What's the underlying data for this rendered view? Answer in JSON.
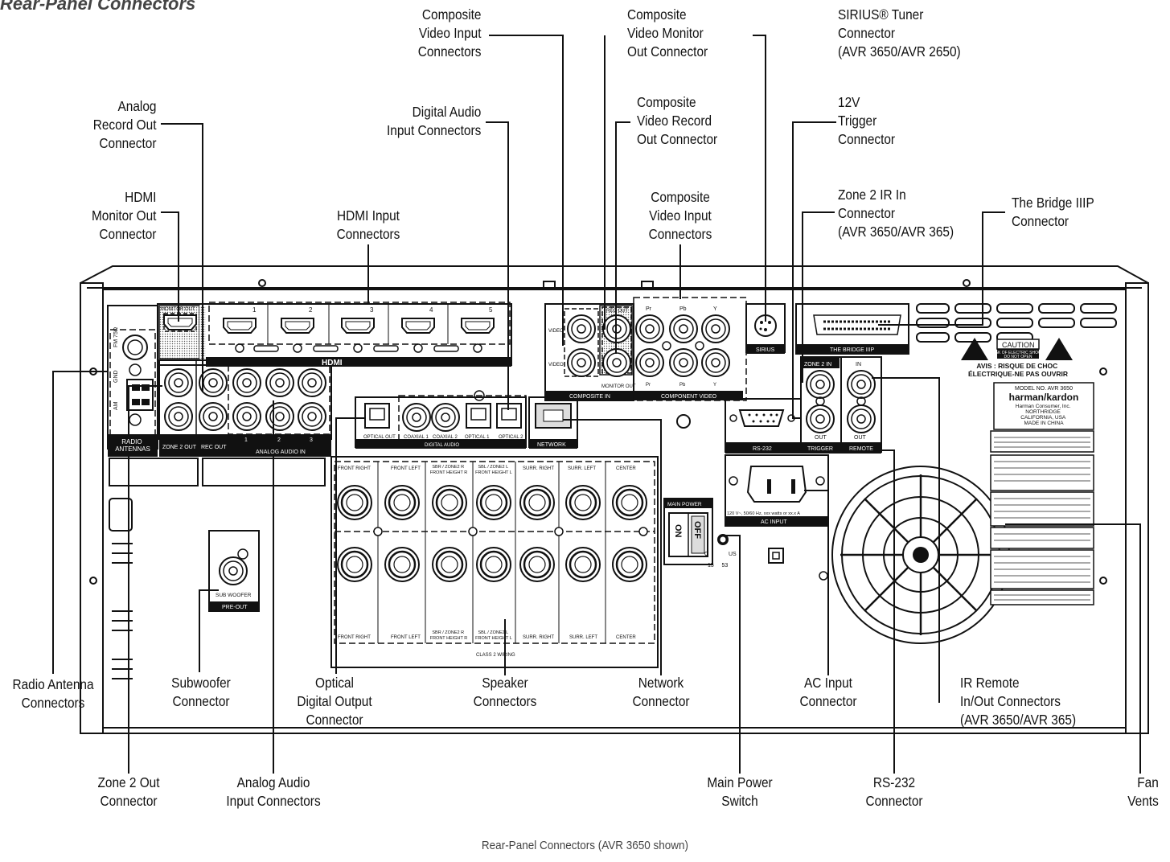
{
  "page_title": "Rear-Panel Connectors",
  "caption": "Rear-Panel Connectors (AVR 3650 shown)",
  "callouts": {
    "composite_in_top": "Composite\nVideo Input\nConnectors",
    "composite_monitor_out": "Composite\nVideo Monitor\nOut Connector",
    "sirius_tuner": "SIRIUS® Tuner\nConnector\n(AVR 3650/AVR 2650)",
    "analog_record_out": "Analog\nRecord Out\nConnector",
    "digital_audio_in": "Digital Audio\nInput Connectors",
    "composite_record_out": "Composite\nVideo Record\nOut Connector",
    "trigger_12v": "12V\nTrigger\nConnector",
    "hdmi_monitor_out": "HDMI\nMonitor Out\nConnector",
    "hdmi_input": "HDMI Input\nConnectors",
    "composite_in_mid": "Composite\nVideo Input\nConnectors",
    "zone2_ir_in": "Zone 2 IR In\nConnector\n(AVR 3650/AVR 365)",
    "bridge_iiip": "The Bridge IIIP\nConnector",
    "radio_antenna": "Radio Antenna\nConnectors",
    "subwoofer": "Subwoofer\nConnector",
    "optical_out": "Optical\nDigital Output\nConnector",
    "speaker": "Speaker\nConnectors",
    "network": "Network\nConnector",
    "ac_input": "AC Input\nConnector",
    "ir_remote": "IR Remote\nIn/Out Connectors\n(AVR 3650/AVR 365)",
    "zone2_out": "Zone 2 Out\nConnector",
    "analog_audio_in": "Analog Audio\nInput Connectors",
    "main_power": "Main Power\nSwitch",
    "rs232": "RS-232\nConnector",
    "fan_vents": "Fan\nVents"
  },
  "panel_labels": {
    "hdmi_ports": [
      "1",
      "2",
      "3",
      "4",
      "5"
    ],
    "hdmi_logo": "HDMI",
    "monitor_out": "MONITOR OUT",
    "radio_antennas": "RADIO\nANTENNAS",
    "fm": "FM 75Ω",
    "am": "AM",
    "gnd": "GND",
    "zone2_out": "ZONE 2 OUT",
    "rec_out": "REC OUT",
    "analog_audio_in": "ANALOG AUDIO IN",
    "analog_nums": [
      "1",
      "2",
      "3"
    ],
    "video": "VIDEO",
    "composite_in": "COMPOSITE IN",
    "monitor_out_small": "MONITOR OUT",
    "rec_out_small": "REC OUT",
    "component_video": "COMPONENT VIDEO",
    "component_ch": [
      "Pr",
      "Pb",
      "Y"
    ],
    "sirius": "SIRIUS",
    "the_bridge": "THE BRIDGE IIIP",
    "zone2_in": "ZONE 2 IN",
    "in": "IN",
    "out": "OUT",
    "trigger": "TRIGGER",
    "remote": "REMOTE",
    "rs232": "RS-232",
    "optical_out": "OPTICAL OUT",
    "digital_inputs": [
      "COAXIAL 1",
      "COAXIAL 2",
      "OPTICAL 1",
      "OPTICAL 2"
    ],
    "digital_audio": "DIGITAL AUDIO",
    "network": "NETWORK",
    "speakers": [
      "FRONT RIGHT",
      "FRONT LEFT",
      "SBR / ZONE2 R\nFRONT HEIGHT R",
      "SBL / ZONE2 L\nFRONT HEIGHT L",
      "SURR. RIGHT",
      "SURR. LEFT",
      "CENTER"
    ],
    "class2": "CLASS 2 WIRING",
    "main_power": "MAIN POWER",
    "on": "ON",
    "off": "OFF",
    "ac_rating": "120 V~, 50/60 Hz, xxx watts or xx.x A",
    "ac_input": "AC INPUT",
    "sub_woofer": "SUB WOOFER",
    "pre_out": "PRE-OUT",
    "caution": "CAUTION",
    "caution_sub": "RISK OF ELECTRIC SHOCK\nDO NOT OPEN",
    "avis": "AVIS : RISQUE DE CHOC\nÉLECTRIQUE-NE PAS OUVRIR",
    "model": "MODEL NO. AVR 3650",
    "brand": "harman/kardon",
    "maker": "Harman Consumer, Inc.\nNORTHRIDGE\nCALIFORNIA, USA\nMADE IN CHINA",
    "csa": "C      US\n15     53"
  }
}
